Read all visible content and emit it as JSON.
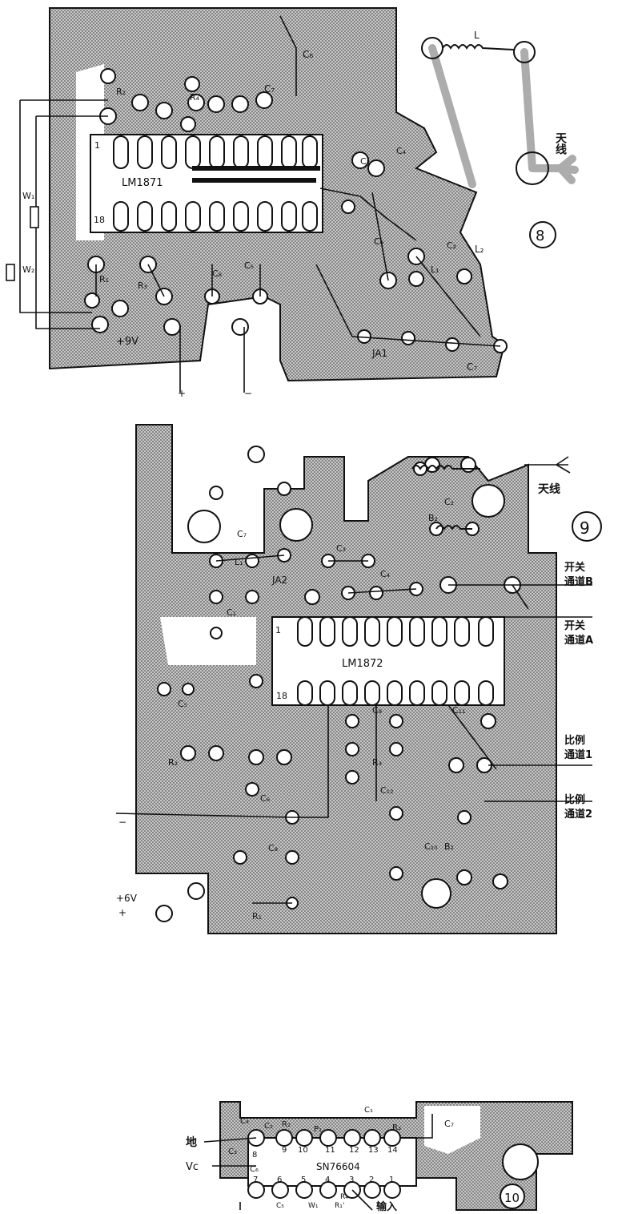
{
  "colors": {
    "ink": "#111111",
    "board_fill": "#bfbfbf",
    "paper": "#ffffff"
  },
  "fig8": {
    "number": "8",
    "ic": "LM1871",
    "pin_1": "1",
    "pin_18": "18",
    "supply": "+9V",
    "plus": "+",
    "minus": "−",
    "antenna": "天线",
    "labels": {
      "L": "L",
      "L2": "L₂",
      "L1": "L₁",
      "C6": "C₆",
      "C7": "C₇",
      "C4": "C₄",
      "C3": "C₃",
      "C8": "C₈",
      "C5": "C₅",
      "C9": "C₉",
      "C2": "C₂",
      "C7b": "C₇",
      "R2": "R₂",
      "R4": "R₄",
      "R1": "R₁",
      "R3": "R₃",
      "W1": "W₁",
      "W2": "W₂",
      "JA1": "JA1"
    }
  },
  "fig9": {
    "number": "9",
    "ic": "LM1872",
    "pin_1": "1",
    "pin_18": "18",
    "antenna": "天线",
    "switch_b": [
      "开关",
      "通道B"
    ],
    "switch_a": [
      "开关",
      "通道A"
    ],
    "prop_1": [
      "比例",
      "通道1"
    ],
    "prop_2": [
      "比例",
      "通道2"
    ],
    "supply": "+6V",
    "plus": "+",
    "minus": "−",
    "labels": {
      "C2": "C₂",
      "B2": "B₂",
      "C7": "C₇",
      "L1": "L₁",
      "C3": "C₃",
      "C4": "C₄",
      "JA2": "JA2",
      "C1": "C₁",
      "C5": "C₅",
      "C6": "C₆",
      "C8": "C₈",
      "C9": "C₉",
      "C10": "C₁₀",
      "C11": "C₁₁",
      "C12": "C₁₂",
      "R1": "R₁",
      "R2": "R₂",
      "R3": "R₃",
      "B2b": "B₂"
    }
  },
  "fig10": {
    "number": "10",
    "ic": "SN76604",
    "ground": "地",
    "vcc": "Vc",
    "input": "输入",
    "pins_top": [
      "8",
      "9",
      "10",
      "11",
      "12",
      "13",
      "14"
    ],
    "pins_bottom": [
      "7",
      "6",
      "5",
      "4",
      "3",
      "2",
      "1"
    ],
    "labels": {
      "C1": "C₁",
      "C4": "C₄",
      "C2": "C₂",
      "R2": "R₂",
      "P1": "P₁",
      "C7": "C₇",
      "C3": "C₃",
      "C6": "C₆",
      "C5": "C₅",
      "W1": "W₁",
      "R1": "R₁'",
      "R4": "R₄",
      "R3": "R₃"
    }
  }
}
